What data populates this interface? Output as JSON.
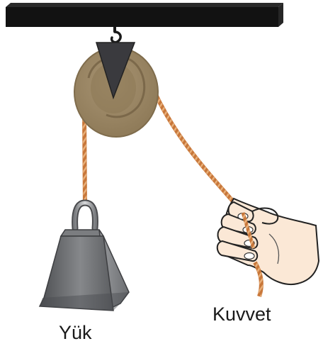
{
  "labels": {
    "load": "Yük",
    "force": "Kuvvet"
  },
  "colors": {
    "ceiling": "#121212",
    "pulley_outer": "#9b8866",
    "pulley_inner": "#8a7655",
    "rope": "#c8773a",
    "weight_body": "#6f7174",
    "skin": "#fbe8d6"
  },
  "elements": {
    "ceiling": "ceiling-beam",
    "hook": "hook-icon",
    "pulley": "pulley-wheel",
    "weight": "weight-icon",
    "hand": "hand-icon"
  }
}
